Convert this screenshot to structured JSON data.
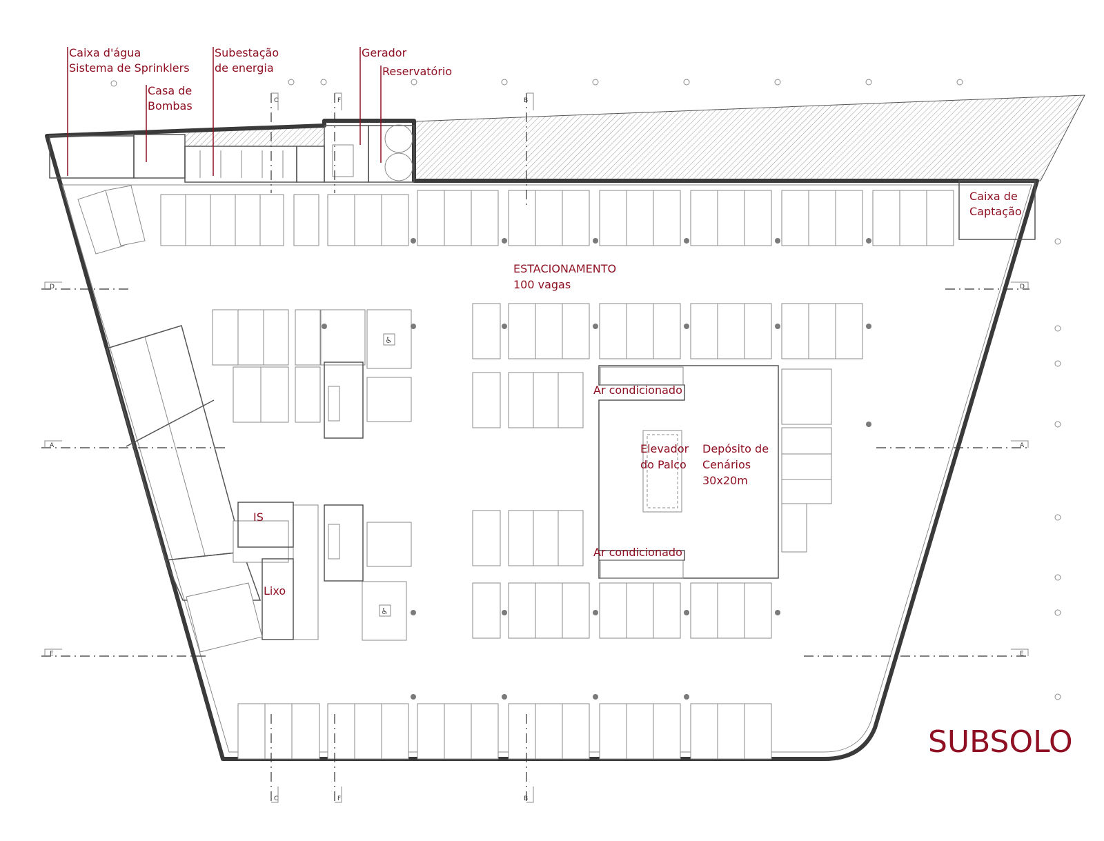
{
  "title": "SUBSOLO",
  "accent_color": "#8e1022",
  "labels": {
    "caixa_agua_1": "Caixa d'água",
    "caixa_agua_2": "Sistema de Sprinklers",
    "casa_bombas_1": "Casa de",
    "casa_bombas_2": "Bombas",
    "subestacao_1": "Subestação",
    "subestacao_2": "de energia",
    "gerador": "Gerador",
    "reservatorio": "Reservatório",
    "captacao_1": "Caixa de",
    "captacao_2": "Captação",
    "estacionamento_1": "ESTACIONAMENTO",
    "estacionamento_2": "100 vagas",
    "ar_cond_top": "Ar condicionado",
    "ar_cond_bottom": "Ar condicionado",
    "elevador_1": "Elevador",
    "elevador_2": "do Palco",
    "deposito_1": "Depósito de",
    "deposito_2": "Cenários",
    "deposito_3": "30x20m",
    "is": "IS",
    "lixo": "Lixo"
  },
  "section_marks": {
    "c": "C",
    "f": "F",
    "b": "B",
    "d": "D",
    "a": "A",
    "e": "E"
  }
}
